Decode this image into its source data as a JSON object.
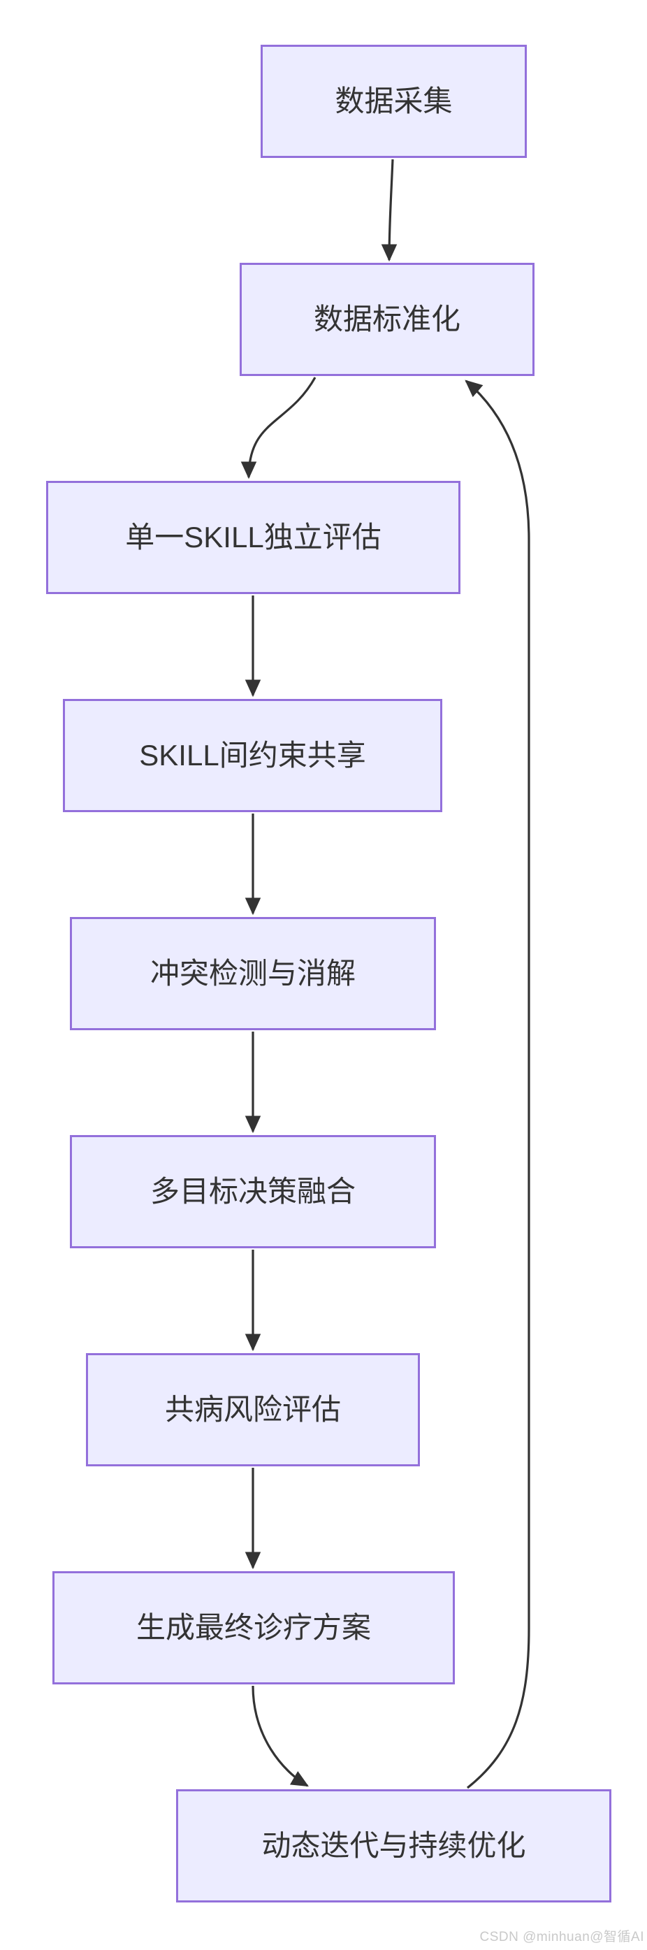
{
  "diagram": {
    "type": "flowchart",
    "direction": "top-down",
    "nodes": [
      {
        "id": "n1",
        "label": "数据采集"
      },
      {
        "id": "n2",
        "label": "数据标准化"
      },
      {
        "id": "n3",
        "label": "单一SKILL独立评估"
      },
      {
        "id": "n4",
        "label": "SKILL间约束共享"
      },
      {
        "id": "n5",
        "label": "冲突检测与消解"
      },
      {
        "id": "n6",
        "label": "多目标决策融合"
      },
      {
        "id": "n7",
        "label": "共病风险评估"
      },
      {
        "id": "n8",
        "label": "生成最终诊疗方案"
      },
      {
        "id": "n9",
        "label": "动态迭代与持续优化"
      }
    ],
    "edges": [
      {
        "from": "数据采集",
        "to": "数据标准化"
      },
      {
        "from": "数据标准化",
        "to": "单一SKILL独立评估"
      },
      {
        "from": "单一SKILL独立评估",
        "to": "SKILL间约束共享"
      },
      {
        "from": "SKILL间约束共享",
        "to": "冲突检测与消解"
      },
      {
        "from": "冲突检测与消解",
        "to": "多目标决策融合"
      },
      {
        "from": "多目标决策融合",
        "to": "共病风险评估"
      },
      {
        "from": "共病风险评估",
        "to": "生成最终诊疗方案"
      },
      {
        "from": "生成最终诊疗方案",
        "to": "动态迭代与持续优化"
      },
      {
        "from": "动态迭代与持续优化",
        "to": "数据标准化",
        "type": "feedback-loop"
      }
    ],
    "colors": {
      "node_fill": "#ECECFF",
      "node_border": "#9370DB",
      "edge_stroke": "#333333",
      "node_text": "#333333",
      "background": "#FFFFFF",
      "watermark_text_color": "#C9C9C9"
    }
  },
  "watermark": {
    "text": "CSDN @minhuan@智循AI"
  }
}
